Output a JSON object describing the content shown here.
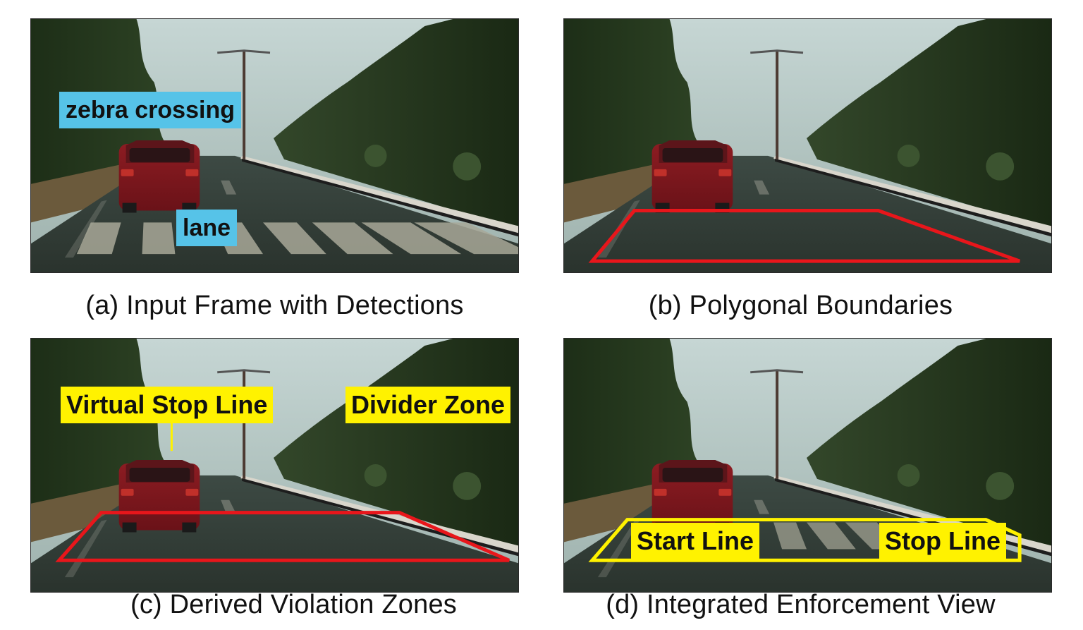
{
  "panels": {
    "a": {
      "caption": "(a) Input Frame with Detections",
      "labels": {
        "zebra": "zebra crossing",
        "lane": "lane"
      }
    },
    "b": {
      "caption": "(b) Polygonal Boundaries"
    },
    "c": {
      "caption": "(c) Derived Violation Zones",
      "labels": {
        "stop_line": "Virtual Stop Line",
        "divider": "Divider Zone"
      }
    },
    "d": {
      "caption": "(d) Integrated Enforcement View",
      "labels": {
        "start_line": "Start Line",
        "stop_line": "Stop Line"
      }
    }
  },
  "colors": {
    "detection_label": "#56c3e8",
    "zone_label": "#fff200",
    "boundary_red": "#e8161b",
    "enforcement_yellow": "#fff200"
  }
}
